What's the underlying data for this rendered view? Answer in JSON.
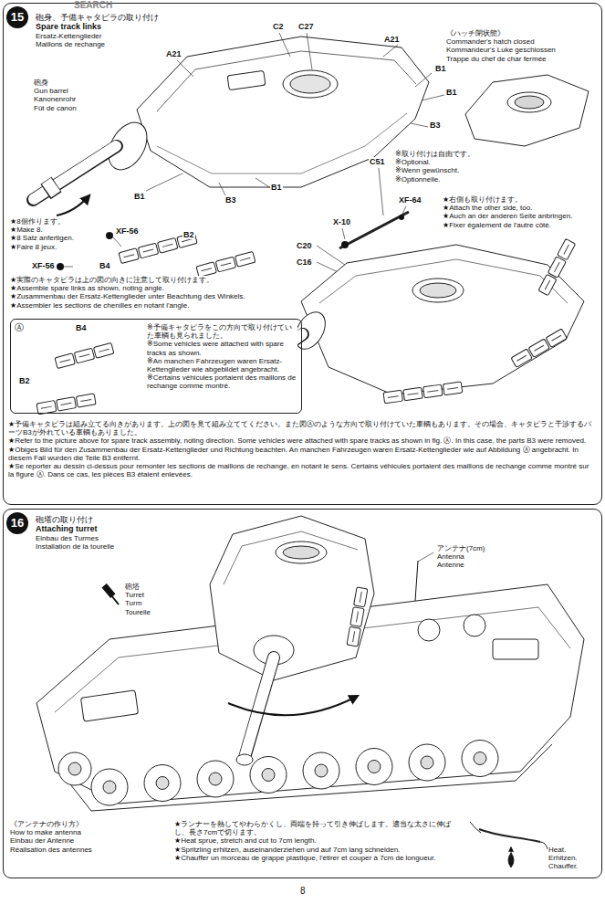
{
  "diagram": {
    "nodes": [
      {
        "text": [
          "砲身、予備キャタピラの取り付け",
          "Spare track links",
          "Ersatz-Kettenglieder",
          "Maillons de rechange"
        ]
      },
      {
        "text": [
          "15"
        ],
        "in": 0
      },
      {
        "text": [
          "Ⓐ",
          "B4",
          "B2",
          "※予備キャタピラをこの方向で取り付けていた車輌も見られました。",
          "※Some vehicles were attached with spare tracks as shown.",
          "※An manchen Fahrzeugen waren Ersatz-Kettenglieder wie abgebildet angebracht.",
          "※Certains véhicules portaient des maillons de rechange comme montré."
        ],
        "in": 0
      },
      {
        "text": [
          "砲塔の取り付け",
          "Attaching turret",
          "Einbau des Turmes",
          "Installation de la tourelle"
        ]
      },
      {
        "text": [
          "16"
        ],
        "in": 3
      }
    ],
    "labels": [
      "SEARCH",
      "C2",
      "C27",
      "A21",
      "A21",
      "B1",
      "B1",
      "B3",
      "B1",
      "B3",
      "B1",
      "砲身",
      "Gun barrel",
      "Kanonenrohr",
      "Fût de canon",
      "《ハッチ閉状態》",
      "Commander's hatch closed",
      "Kommandeur's Luke geschlossen",
      "Trappe du chef de char fermée",
      "C51",
      "※取り付けは自由です。",
      "※Optional.",
      "※Wenn gewünscht.",
      "※Optionnelle.",
      "XF-64",
      "X-10",
      "C20",
      "C16",
      "★右側も取り付けます。",
      "★Attach the other side, too.",
      "★Auch an der anderen Seite anbringen.",
      "★Fixer également de l'autre côté.",
      "★8個作ります。",
      "★Make 8.",
      "★8 Satz anfertigen.",
      "★Faire 8 jeux.",
      "XF-56",
      "XF-56",
      "B4",
      "B2",
      "★実際のキャタピラは上の図の向きに注意して取り付けます。",
      "★Assemble spare links as shown, noting angle.",
      "★Zusammenbau der Ersatz-Kettenglieder unter Beachtung des Winkels.",
      "★Assembler les sections de chenilles en notant l'angle.",
      "★予備キャタピラは組み立てる向きがあります。上の図を見て組み立ててください。また図Ⓐのような方向で取り付けていた車輌もあります。その場合、キャタピラと干渉するパーツB3が外れている車輌もありました。",
      "★Refer to the picture above for spare track assembly, noting direction. Some vehicles were attached with spare tracks as shown in fig. Ⓐ. In this case, the parts B3 were removed.",
      "★Obiges Bild für den Zusammenbau der Ersatz-Kettenglieder und Richtung beachten. An manchen Fahrzeugen waren Ersatz-Kettenglieder wie auf Abbildung Ⓐ angebracht. In diesem Fall wurden die Teile B3 entfernt.",
      "★Se reporter au dessin ci-dessus pour remonter les sections de maillons de rechange, en notant le sens. Certains véhicules portaient des maillons de rechange comme montré sur la figure Ⓐ. Dans ce cas, les pièces B3 étaient enlevées.",
      "砲塔",
      "Turret",
      "Turm",
      "Tourelle",
      "アンテナ(7cm)",
      "Antenna",
      "Antenne",
      "《アンテナの作り方》",
      "How to make antenna",
      "Einbau der Antenne",
      "Réalisation des antennes",
      "★ランナーを熱してやわらかくし、両端を持って引き伸ばします。適当な太さに伸ばし、長さ7cmで切ります。",
      "★Heat sprue, stretch and cut to 7cm length.",
      "★Spritzling erhitzen, auseinanderziehen und auf 7cm lang schneiden.",
      "★Chauffer un morceau de grappe plastique, l'étirer et couper à 7cm de longueur.",
      "Heat.",
      "Erhitzen.",
      "Chauffer.",
      "8"
    ]
  }
}
